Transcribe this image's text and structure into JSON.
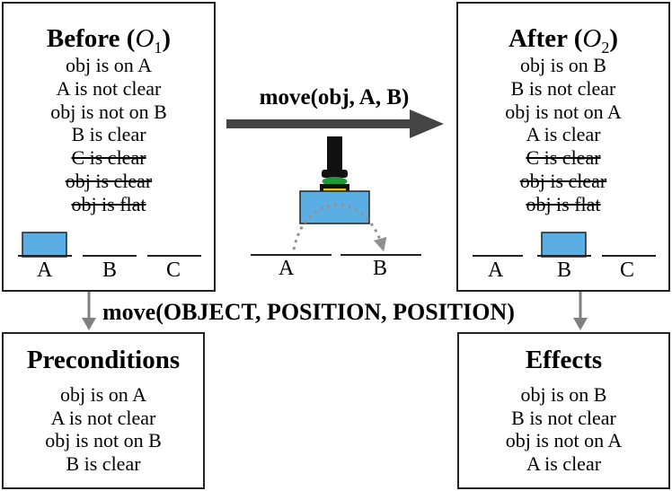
{
  "before": {
    "title_main": "Before",
    "title_sym": "O",
    "title_sub": "1",
    "lines": [
      {
        "text": "obj is on A",
        "struck": false
      },
      {
        "text": "A is not clear",
        "struck": false
      },
      {
        "text": "obj is not on B",
        "struck": false
      },
      {
        "text": "B is clear",
        "struck": false
      },
      {
        "text": "C is clear",
        "struck": true
      },
      {
        "text": "obj is clear",
        "struck": true
      },
      {
        "text": "obj is flat",
        "struck": true
      }
    ],
    "positions": [
      "A",
      "B",
      "C"
    ],
    "object_at": "A"
  },
  "after": {
    "title_main": "After",
    "title_sym": "O",
    "title_sub": "2",
    "lines": [
      {
        "text": "obj is on B",
        "struck": false
      },
      {
        "text": "B is not clear",
        "struck": false
      },
      {
        "text": "obj is not on A",
        "struck": false
      },
      {
        "text": "A is clear",
        "struck": false
      },
      {
        "text": "C is clear",
        "struck": true
      },
      {
        "text": "obj is clear",
        "struck": true
      },
      {
        "text": "obj is flat",
        "struck": true
      }
    ],
    "positions": [
      "A",
      "B",
      "C"
    ],
    "object_at": "B"
  },
  "action": {
    "label": "move(obj, A, B)",
    "from": "A",
    "to": "B"
  },
  "schema": {
    "label": "move(OBJECT, POSITION, POSITION)"
  },
  "preconditions": {
    "title": "Preconditions",
    "lines": [
      "obj is on A",
      "A is not clear",
      "obj is not on B",
      "B is clear"
    ]
  },
  "effects": {
    "title": "Effects",
    "lines": [
      "obj is on B",
      "B is not clear",
      "obj is not on A",
      "A is clear"
    ]
  },
  "colors": {
    "block": "#5aaee3",
    "arrow": "#444444",
    "flow_arrow": "#808080",
    "dotted": "#909090",
    "gripper_green": "#1e9a3a",
    "gripper_yellow": "#e8c600"
  }
}
